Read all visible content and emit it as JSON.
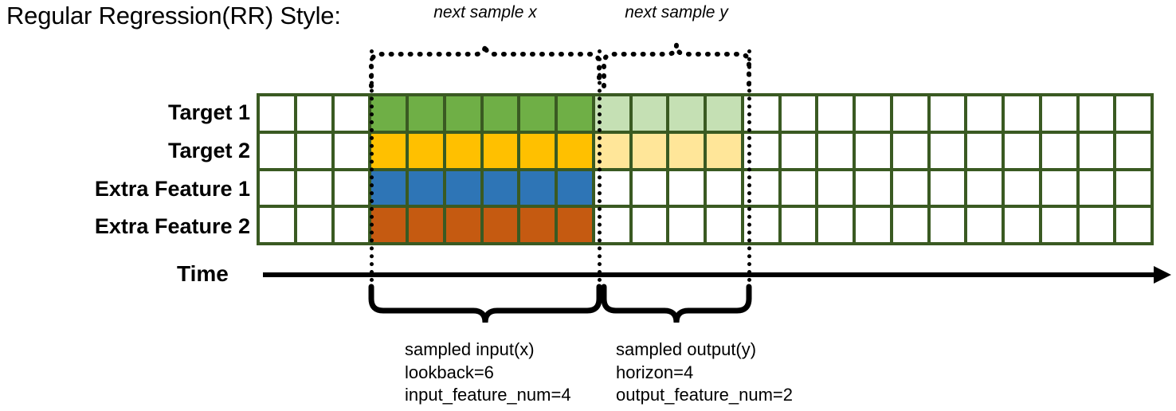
{
  "title": "Regular Regression(RR) Style:",
  "rows": [
    {
      "label": "Target 1",
      "name": "target-1"
    },
    {
      "label": "Target 2",
      "name": "target-2"
    },
    {
      "label": "Extra Feature 1",
      "name": "extra-feature-1"
    },
    {
      "label": "Extra Feature 2",
      "name": "extra-feature-2"
    }
  ],
  "time_axis": {
    "label": "Time"
  },
  "grid": {
    "columns": 24,
    "rows": 4,
    "lead_blank_columns": 3,
    "input_columns": 6,
    "output_columns": 4,
    "trailing_blank_columns": 11,
    "row_fills": [
      {
        "row": "Target 1",
        "input": "green",
        "output": "greenlight"
      },
      {
        "row": "Target 2",
        "input": "gold",
        "output": "goldlight"
      },
      {
        "row": "Extra Feature 1",
        "input": "blue",
        "output": "none"
      },
      {
        "row": "Extra Feature 2",
        "input": "orange",
        "output": "none"
      }
    ]
  },
  "top_annotations": [
    {
      "name": "next-sample-x",
      "label": "next sample x"
    },
    {
      "name": "next-sample-y",
      "label": "next sample y"
    }
  ],
  "bottom_annotations": [
    {
      "name": "sampled-input",
      "lines": [
        "sampled input(x)",
        "lookback=6",
        "input_feature_num=4"
      ]
    },
    {
      "name": "sampled-output",
      "lines": [
        "sampled output(y)",
        "horizon=4",
        "output_feature_num=2"
      ]
    }
  ],
  "colors": {
    "border": "#3A5A22",
    "green": "#6FAF46",
    "green_light": "#C5E0B4",
    "gold": "#FFC000",
    "gold_light": "#FFE699",
    "blue": "#2E75B6",
    "orange": "#C55A11",
    "ink": "#000000",
    "background": "#FFFFFF"
  }
}
